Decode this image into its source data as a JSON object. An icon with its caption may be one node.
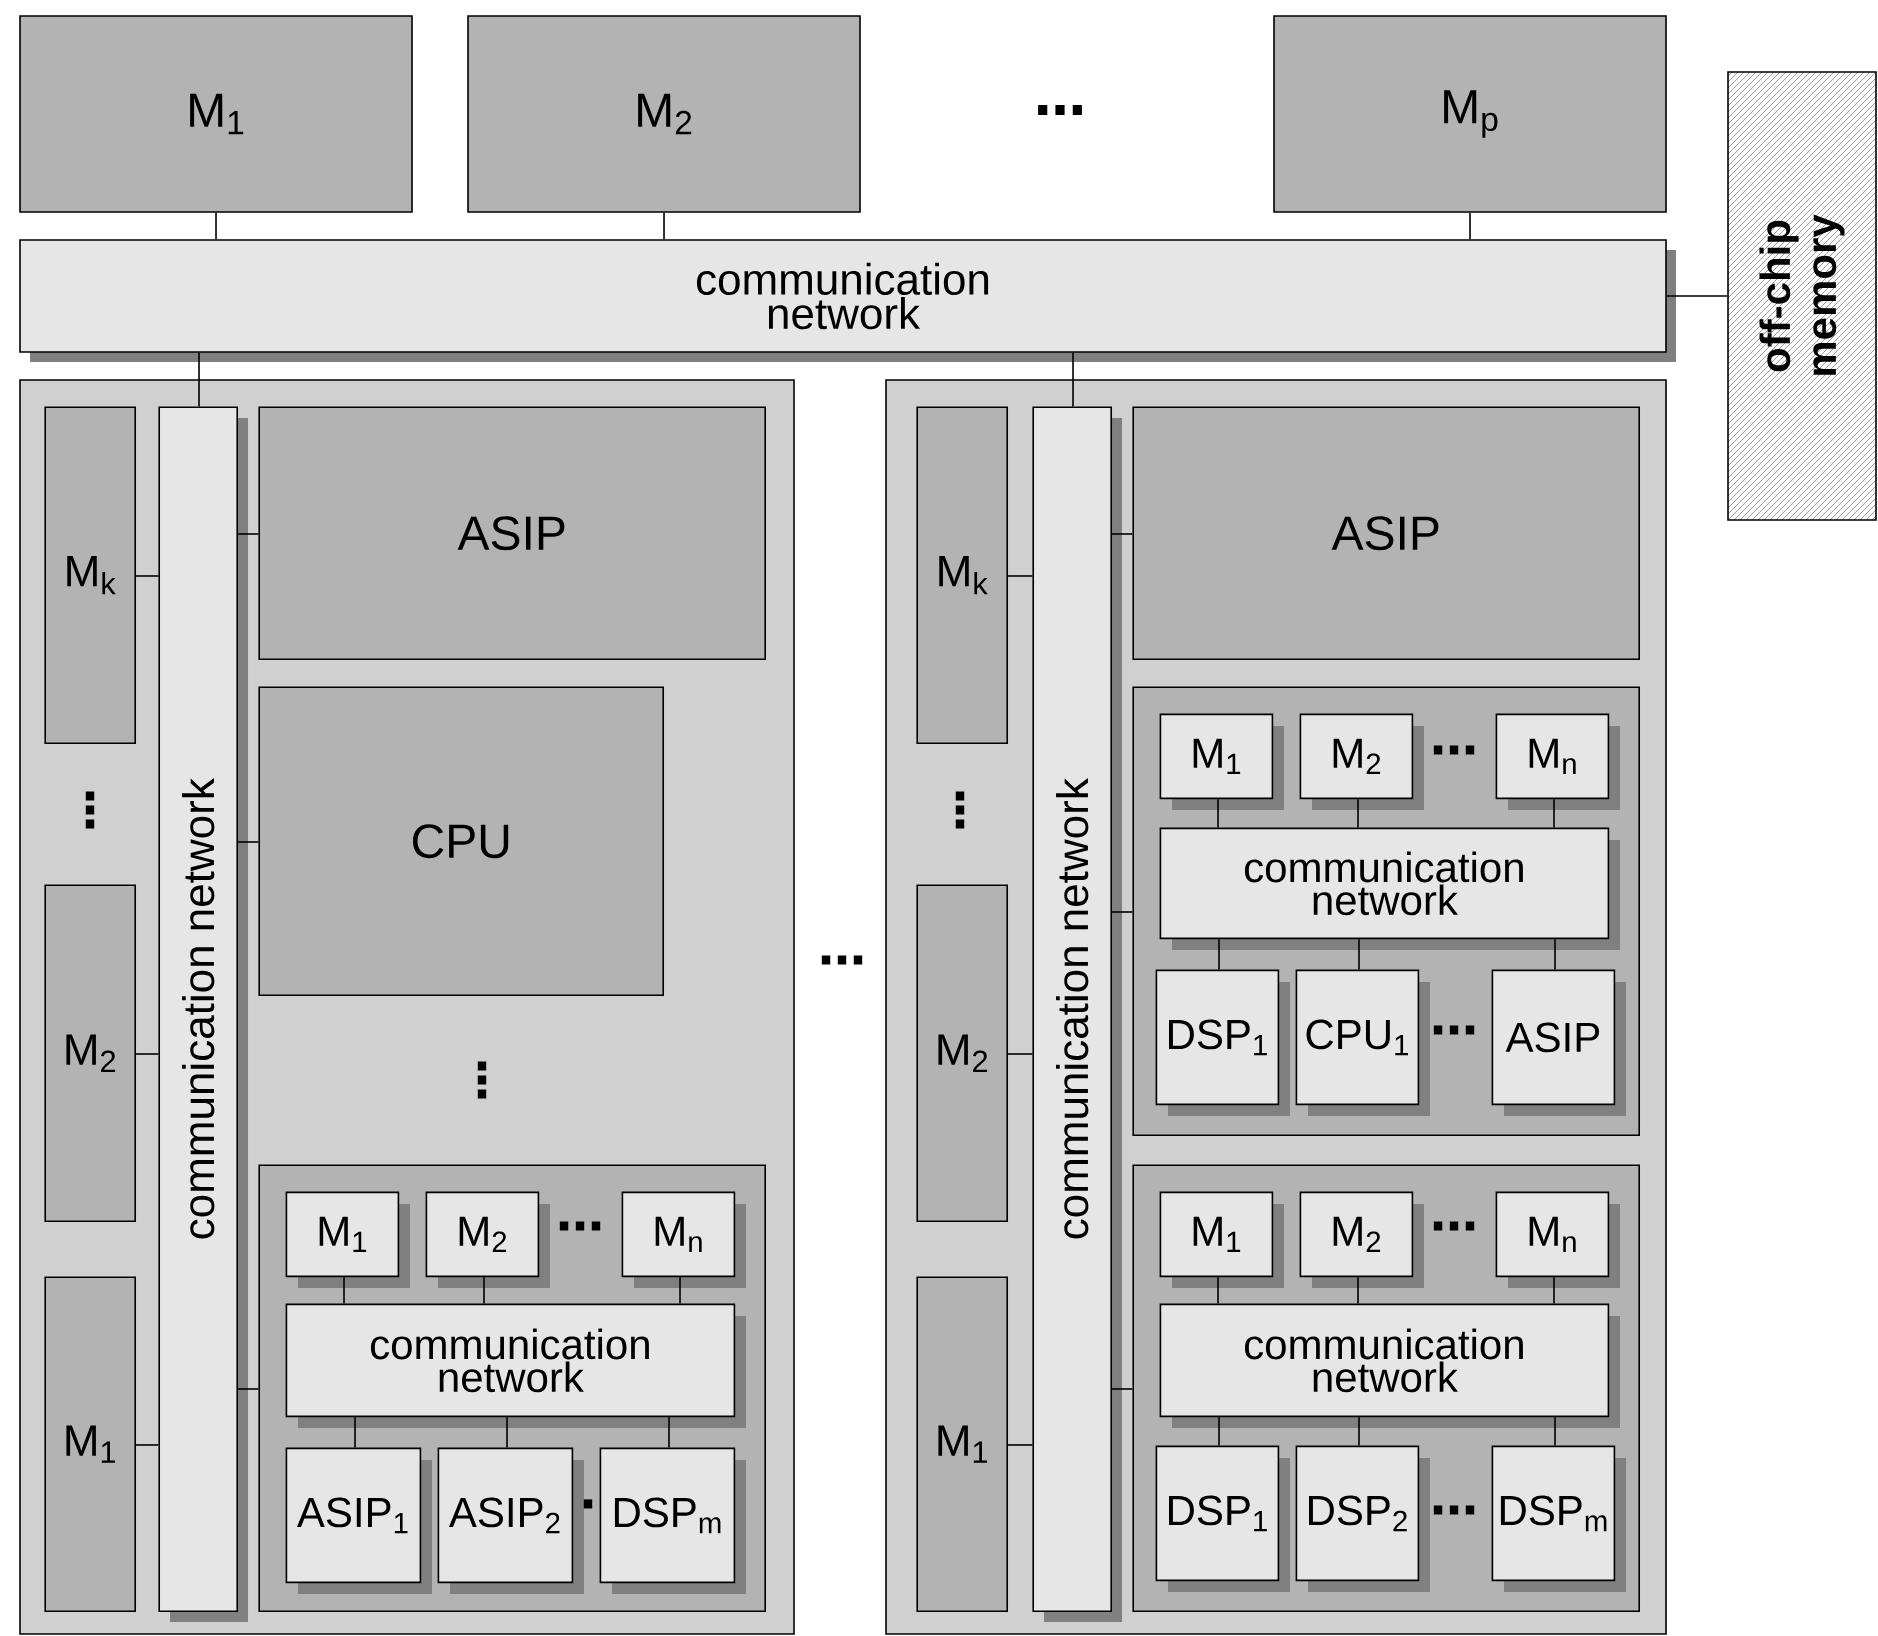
{
  "diagram": {
    "nodes": [
      {
        "text": [
          "M$_{1}$"
        ]
      },
      {
        "text": [
          "M$_{2}$"
        ]
      },
      {
        "text": [
          "M$_{p}$"
        ]
      },
      {
        "text": [
          "communication network"
        ]
      },
      {
        "text": [
          "off-chip memory"
        ]
      },
      {
        "text": [],
        "shape": "box"
      },
      {
        "text": [
          "M$_{k}$"
        ],
        "in": 5
      },
      {
        "text": [
          "M$_{2}$"
        ],
        "in": 5
      },
      {
        "text": [
          "M$_{1}$"
        ],
        "in": 5
      },
      {
        "text": [
          "communication network"
        ],
        "in": 5
      },
      {
        "text": [
          "ASIP"
        ],
        "in": 5
      },
      {
        "text": [
          "CPU"
        ],
        "in": 5
      },
      {
        "text": [],
        "shape": "box",
        "in": 5
      },
      {
        "text": [
          "M$_{1}$"
        ],
        "in": 12
      },
      {
        "text": [
          "M$_{2}$"
        ],
        "in": 12
      },
      {
        "text": [
          "M$_{n}$"
        ],
        "in": 12
      },
      {
        "text": [
          "communication network"
        ],
        "in": 12
      },
      {
        "text": [
          "ASIP$_{1}$"
        ],
        "in": 12
      },
      {
        "text": [
          "ASIP$_{2}$"
        ],
        "in": 12
      },
      {
        "text": [
          "DSP$_{m}$"
        ],
        "in": 12
      },
      {
        "text": [],
        "shape": "box"
      },
      {
        "text": [
          "M$_{k}$"
        ],
        "in": 20
      },
      {
        "text": [
          "M$_{2}$"
        ],
        "in": 20
      },
      {
        "text": [
          "M$_{1}$"
        ],
        "in": 20
      },
      {
        "text": [
          "communication network"
        ],
        "in": 20
      },
      {
        "text": [
          "ASIP"
        ],
        "in": 20
      },
      {
        "text": [],
        "shape": "box",
        "in": 20
      },
      {
        "text": [
          "M$_{1}$"
        ],
        "in": 26
      },
      {
        "text": [
          "M$_{2}$"
        ],
        "in": 26
      },
      {
        "text": [
          "M$_{n}$"
        ],
        "in": 26
      },
      {
        "text": [
          "communication network"
        ],
        "in": 26
      },
      {
        "text": [
          "DSP$_{1}$"
        ],
        "in": 26
      },
      {
        "text": [
          "CPU$_{1}$"
        ],
        "in": 26
      },
      {
        "text": [
          "ASIP"
        ],
        "in": 26
      },
      {
        "text": [],
        "shape": "box",
        "in": 20
      },
      {
        "text": [
          "M$_{1}$"
        ],
        "in": 34
      },
      {
        "text": [
          "M$_{2}$"
        ],
        "in": 34
      },
      {
        "text": [
          "M$_{n}$"
        ],
        "in": 34
      },
      {
        "text": [
          "communication network"
        ],
        "in": 34
      },
      {
        "text": [
          "DSP$_{1}$"
        ],
        "in": 34
      },
      {
        "text": [
          "DSP$_{2}$"
        ],
        "in": 34
      },
      {
        "text": [
          "DSP$_{m}$"
        ],
        "in": 34
      }
    ],
    "edges": [
      {
        "from": 0,
        "to": 3,
        "arrow": "none"
      },
      {
        "from": 1,
        "to": 3,
        "arrow": "none"
      },
      {
        "from": 2,
        "to": 3,
        "arrow": "none"
      },
      {
        "from": 3,
        "to": 4,
        "arrow": "none"
      },
      {
        "from": 3,
        "to": 9,
        "arrow": "none"
      },
      {
        "from": 3,
        "to": 24,
        "arrow": "none"
      },
      {
        "from": 6,
        "to": 9,
        "arrow": "none"
      },
      {
        "from": 7,
        "to": 9,
        "arrow": "none"
      },
      {
        "from": 8,
        "to": 9,
        "arrow": "none"
      },
      {
        "from": 9,
        "to": 10,
        "arrow": "none"
      },
      {
        "from": 9,
        "to": 11,
        "arrow": "none"
      },
      {
        "from": 9,
        "to": 12,
        "arrow": "none"
      },
      {
        "from": 13,
        "to": 16,
        "arrow": "none"
      },
      {
        "from": 14,
        "to": 16,
        "arrow": "none"
      },
      {
        "from": 15,
        "to": 16,
        "arrow": "none"
      },
      {
        "from": 16,
        "to": 17,
        "arrow": "none"
      },
      {
        "from": 16,
        "to": 18,
        "arrow": "none"
      },
      {
        "from": 16,
        "to": 19,
        "arrow": "none"
      },
      {
        "from": 21,
        "to": 24,
        "arrow": "none"
      },
      {
        "from": 22,
        "to": 24,
        "arrow": "none"
      },
      {
        "from": 23,
        "to": 24,
        "arrow": "none"
      },
      {
        "from": 24,
        "to": 25,
        "arrow": "none"
      },
      {
        "from": 24,
        "to": 26,
        "arrow": "none"
      },
      {
        "from": 24,
        "to": 34,
        "arrow": "none"
      },
      {
        "from": 27,
        "to": 30,
        "arrow": "none"
      },
      {
        "from": 28,
        "to": 30,
        "arrow": "none"
      },
      {
        "from": 29,
        "to": 30,
        "arrow": "none"
      },
      {
        "from": 30,
        "to": 31,
        "arrow": "none"
      },
      {
        "from": 30,
        "to": 32,
        "arrow": "none"
      },
      {
        "from": 30,
        "to": 33,
        "arrow": "none"
      },
      {
        "from": 35,
        "to": 38,
        "arrow": "none"
      },
      {
        "from": 36,
        "to": 38,
        "arrow": "none"
      },
      {
        "from": 37,
        "to": 38,
        "arrow": "none"
      },
      {
        "from": 38,
        "to": 39,
        "arrow": "none"
      },
      {
        "from": 38,
        "to": 40,
        "arrow": "none"
      },
      {
        "from": 38,
        "to": 41,
        "arrow": "none"
      }
    ],
    "labels": [
      "…",
      "…",
      "⋮",
      "⋮",
      "…",
      "…",
      "⋮",
      "…",
      "…",
      "·",
      "…"
    ]
  }
}
